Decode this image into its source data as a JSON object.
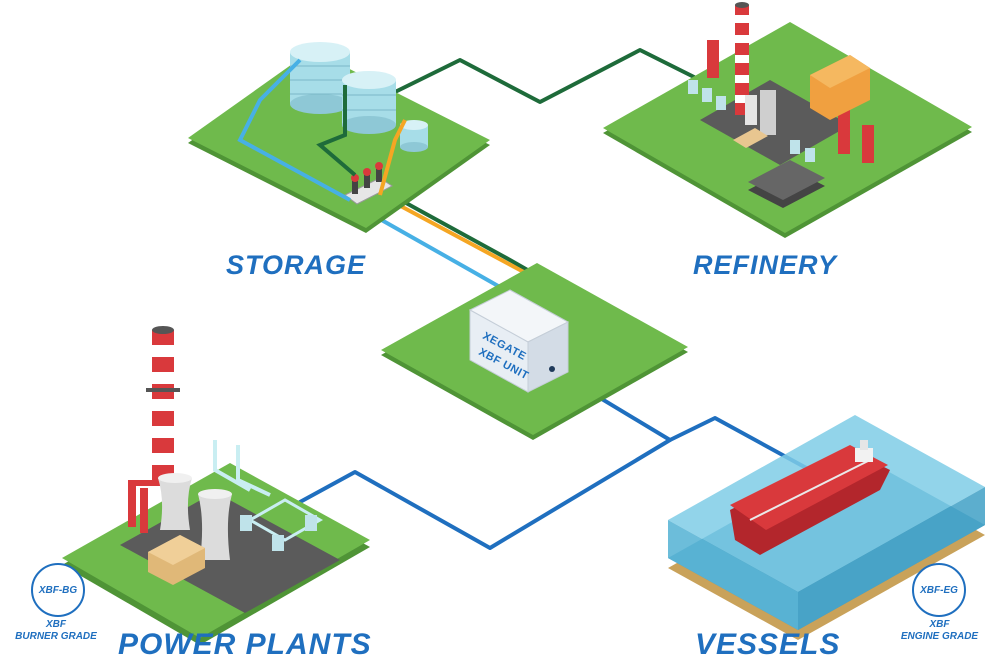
{
  "labels": {
    "storage": "STORAGE",
    "refinery": "REFINERY",
    "power_plants": "POWER PLANTS",
    "vessels": "VESSELS"
  },
  "unit": {
    "line1": "XEGATE",
    "line2": "XBF UNIT"
  },
  "badges": {
    "bg": {
      "code": "XBF-BG",
      "line1": "XBF",
      "line2": "BURNER GRADE"
    },
    "eg": {
      "code": "XBF-EG",
      "line1": "XBF",
      "line2": "ENGINE GRADE"
    }
  },
  "colors": {
    "label_blue": "#1f6fbf",
    "ground_green": "#6fba4c",
    "ground_dark": "#4f9436",
    "pipe_dark_green": "#1e6b3a",
    "pipe_light_blue": "#47b0e5",
    "pipe_orange": "#f5a623",
    "pipe_blue": "#1f6fbf",
    "sea": "#8fd3e8",
    "chimney_red": "#d9393c"
  }
}
